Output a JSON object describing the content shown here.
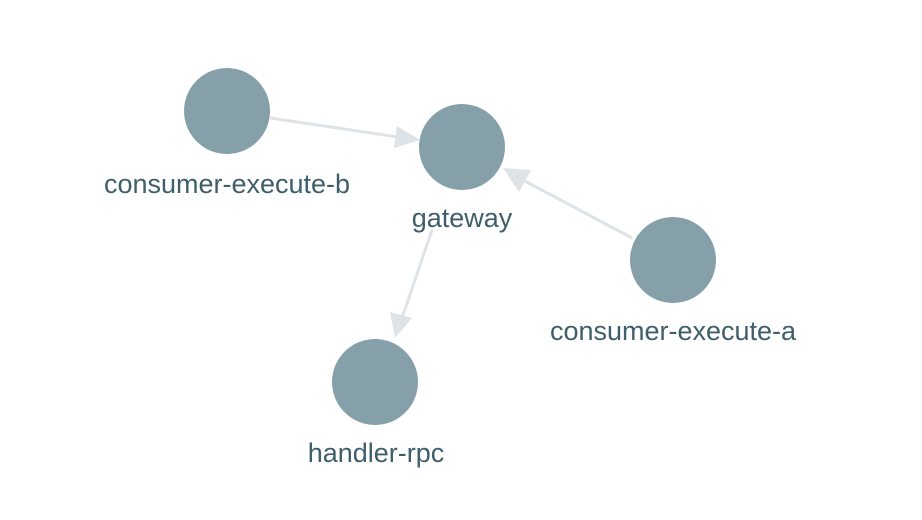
{
  "colors": {
    "node_fill": "#86a0a9",
    "edge": "#dde3e7",
    "label": "#3e5e6a",
    "background": "#ffffff"
  },
  "nodes": [
    {
      "id": "consumer-execute-b",
      "label": "consumer-execute-b"
    },
    {
      "id": "gateway",
      "label": "gateway"
    },
    {
      "id": "consumer-execute-a",
      "label": "consumer-execute-a"
    },
    {
      "id": "handler-rpc",
      "label": "handler-rpc"
    }
  ],
  "edges": [
    {
      "from": "consumer-execute-b",
      "to": "gateway"
    },
    {
      "from": "consumer-execute-a",
      "to": "gateway"
    },
    {
      "from": "gateway",
      "to": "handler-rpc"
    }
  ]
}
